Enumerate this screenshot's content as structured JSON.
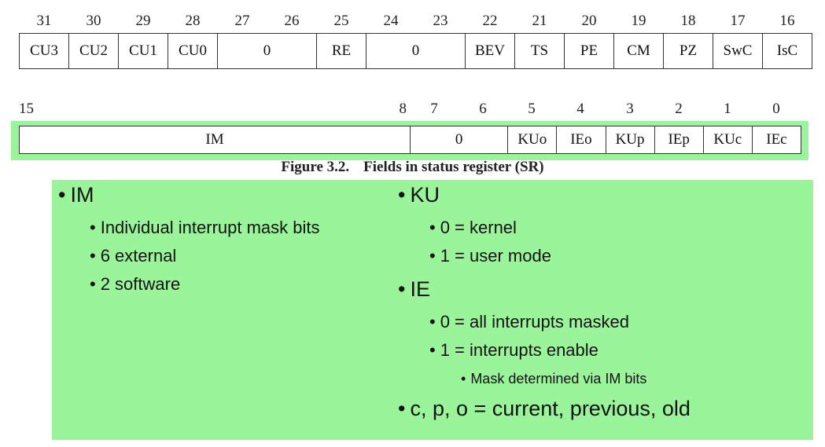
{
  "top_register": {
    "bit_numbers": [
      "31",
      "30",
      "29",
      "28",
      "27",
      "26",
      "25",
      "24",
      "23",
      "22",
      "21",
      "20",
      "19",
      "18",
      "17",
      "16"
    ],
    "fields": [
      {
        "label": "CU3",
        "bits": 1
      },
      {
        "label": "CU2",
        "bits": 1
      },
      {
        "label": "CU1",
        "bits": 1
      },
      {
        "label": "CU0",
        "bits": 1
      },
      {
        "label": "0",
        "bits": 2
      },
      {
        "label": "RE",
        "bits": 1
      },
      {
        "label": "0",
        "bits": 2
      },
      {
        "label": "BEV",
        "bits": 1
      },
      {
        "label": "TS",
        "bits": 1
      },
      {
        "label": "PE",
        "bits": 1
      },
      {
        "label": "CM",
        "bits": 1
      },
      {
        "label": "PZ",
        "bits": 1
      },
      {
        "label": "SwC",
        "bits": 1
      },
      {
        "label": "IsC",
        "bits": 1
      }
    ]
  },
  "bottom_register": {
    "bit_numbers": [
      "15",
      "8",
      "7",
      "6",
      "5",
      "4",
      "3",
      "2",
      "1",
      "0"
    ],
    "fields": [
      {
        "label": "IM",
        "bits": 8
      },
      {
        "label": "0",
        "bits": 2
      },
      {
        "label": "KUo",
        "bits": 1
      },
      {
        "label": "IEo",
        "bits": 1
      },
      {
        "label": "KUp",
        "bits": 1
      },
      {
        "label": "IEp",
        "bits": 1
      },
      {
        "label": "KUc",
        "bits": 1
      },
      {
        "label": "IEc",
        "bits": 1
      }
    ]
  },
  "caption": {
    "number": "Figure 3.2.",
    "text": "Fields in status register (SR)"
  },
  "notes": {
    "bullet": "•",
    "im": {
      "title": "IM",
      "items": [
        "Individual interrupt mask bits",
        "6 external",
        "2 software"
      ]
    },
    "ku": {
      "title": "KU",
      "items": [
        "0 = kernel",
        "1 = user mode"
      ]
    },
    "ie": {
      "title": "IE",
      "items": [
        "0 = all interrupts masked",
        "1 = interrupts enable"
      ],
      "sub_item": "Mask determined via IM bits"
    },
    "suffixes": "c, p, o = current, previous, old"
  },
  "colors": {
    "highlight": "#9af59a"
  }
}
